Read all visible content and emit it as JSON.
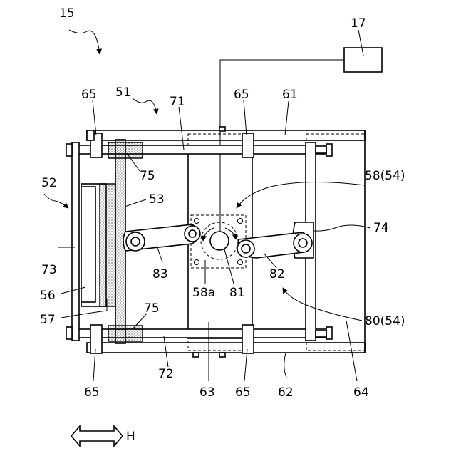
{
  "labels": {
    "l15": "15",
    "l17": "17",
    "l51": "51",
    "l52": "52",
    "l53": "53",
    "l56": "56",
    "l57": "57",
    "l58": "58(54)",
    "l58a": "58a",
    "l61": "61",
    "l62": "62",
    "l63": "63",
    "l64": "64",
    "l65_tl": "65",
    "l65_tc": "65",
    "l65_bl": "65",
    "l65_bc": "65",
    "l71": "71",
    "l72": "72",
    "l73": "73",
    "l74": "74",
    "l75_t": "75",
    "l75_b": "75",
    "l80": "80(54)",
    "l81": "81",
    "l82": "82",
    "l83": "83",
    "lH": "H"
  }
}
